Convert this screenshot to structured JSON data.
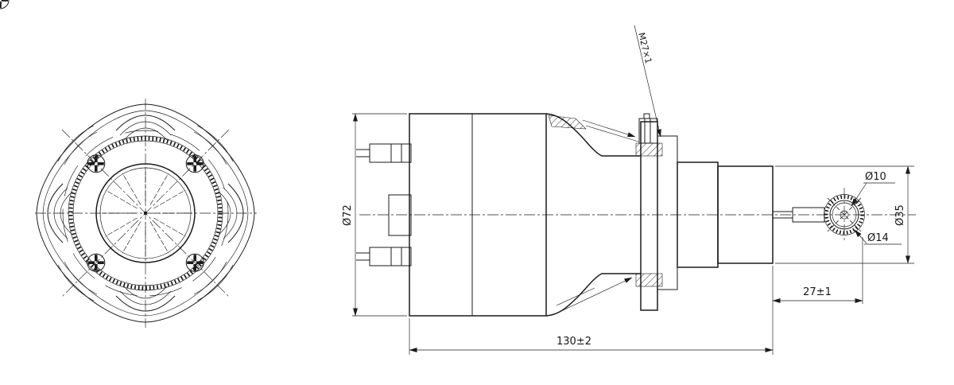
{
  "drawing": {
    "colors": {
      "line": "#1b1b1b",
      "background": "#ffffff"
    },
    "dimensions": {
      "body_diameter": "Ø72",
      "overall_length": "130±2",
      "rear_section_length": "27±1",
      "rear_diameter": "Ø35",
      "knob_inner_diameter": "Ø10",
      "knob_outer_diameter": "Ø14"
    },
    "notes": {
      "thread_callout": "M27×1"
    }
  }
}
